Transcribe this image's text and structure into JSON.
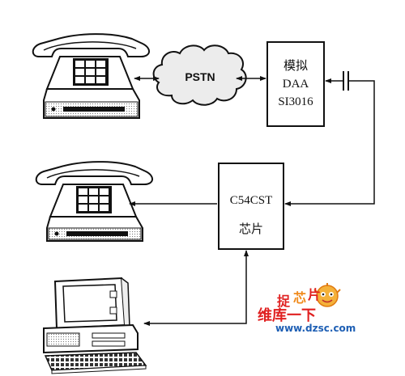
{
  "cloud": {
    "label": "PSTN"
  },
  "daa_box": {
    "line1": "模拟",
    "line2": "DAA",
    "line3": "SI3016"
  },
  "chip_box": {
    "line1": "C54CST",
    "line2": "芯片"
  },
  "devices": {
    "phone_top": "telephone-icon",
    "phone_middle": "telephone-icon",
    "computer": "computer-icon"
  },
  "watermark": {
    "chars": [
      "捉",
      "芯",
      "片"
    ],
    "brand": "维库一下",
    "url": "www.dzsc.com",
    "colors": {
      "red": "#e02020",
      "orange": "#f08a1c",
      "blue": "#1e5fb4"
    }
  }
}
